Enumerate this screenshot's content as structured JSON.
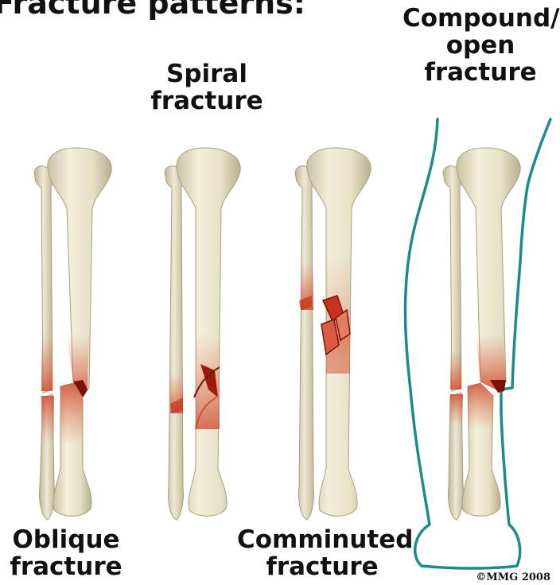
{
  "title": "Fracture patterns:",
  "labels": {
    "spiral": [
      "Spiral",
      "fracture"
    ],
    "compound": [
      "Compound/",
      "open",
      "fracture"
    ],
    "oblique": [
      "Oblique",
      "fracture"
    ],
    "comminuted": [
      "Comminuted",
      "fracture"
    ]
  },
  "copyright": "©MMG 2008",
  "colors": {
    "bone": "#e9e4ce",
    "bone_shadow": "#cfc8a8",
    "bone_dark": "#b7ae8c",
    "fracture_red": "#c8321e",
    "fracture_dark": "#7a1208",
    "skin_outline": "#1f8a8a"
  }
}
